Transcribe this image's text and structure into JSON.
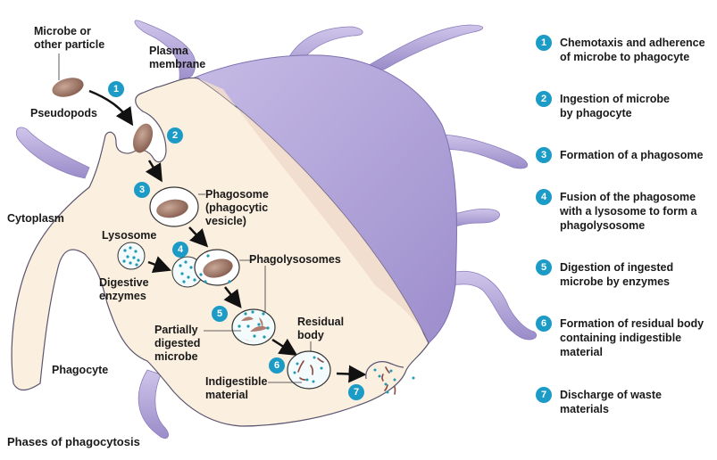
{
  "figure": {
    "caption": "Phases of phagocytosis",
    "colors": {
      "cytoplasm": "#fbefdf",
      "cytoplasm_shadow": "#efdccc",
      "membrane_surface": "#b3a6d8",
      "pseudopod": "#b0a3d6",
      "outline": "#5b5570",
      "microbe": "#a07a6a",
      "enzyme_dot": "#1f9bb5",
      "badge": "#1b9bc6",
      "text": "#1a1a1a"
    }
  },
  "labels": {
    "microbe": "Microbe or\nother particle",
    "plasma_membrane": "Plasma\nmembrane",
    "pseudopods": "Pseudopods",
    "cytoplasm": "Cytoplasm",
    "phagosome": "Phagosome\n(phagocytic\nvesicle)",
    "lysosome": "Lysosome",
    "digestive_enzymes": "Digestive\nenzymes",
    "phagolysosomes": "Phagolysosomes",
    "partially_digested": "Partially\ndigested\nmicrobe",
    "residual_body": "Residual\nbody",
    "indigestible": "Indigestible\nmaterial",
    "phagocyte": "Phagocyte"
  },
  "diagram_badges": [
    "1",
    "2",
    "3",
    "4",
    "5",
    "6",
    "7"
  ],
  "steps": [
    {
      "num": "1",
      "text": "Chemotaxis and adherence\nof microbe to phagocyte"
    },
    {
      "num": "2",
      "text": "Ingestion of microbe\nby phagocyte"
    },
    {
      "num": "3",
      "text": "Formation of a phagosome"
    },
    {
      "num": "4",
      "text": "Fusion of the phagosome\nwith a lysosome to form a\nphagolysosome"
    },
    {
      "num": "5",
      "text": "Digestion of ingested\nmicrobe by enzymes"
    },
    {
      "num": "6",
      "text": "Formation of residual body\ncontaining indigestible\nmaterial"
    },
    {
      "num": "7",
      "text": "Discharge of waste\nmaterials"
    }
  ]
}
